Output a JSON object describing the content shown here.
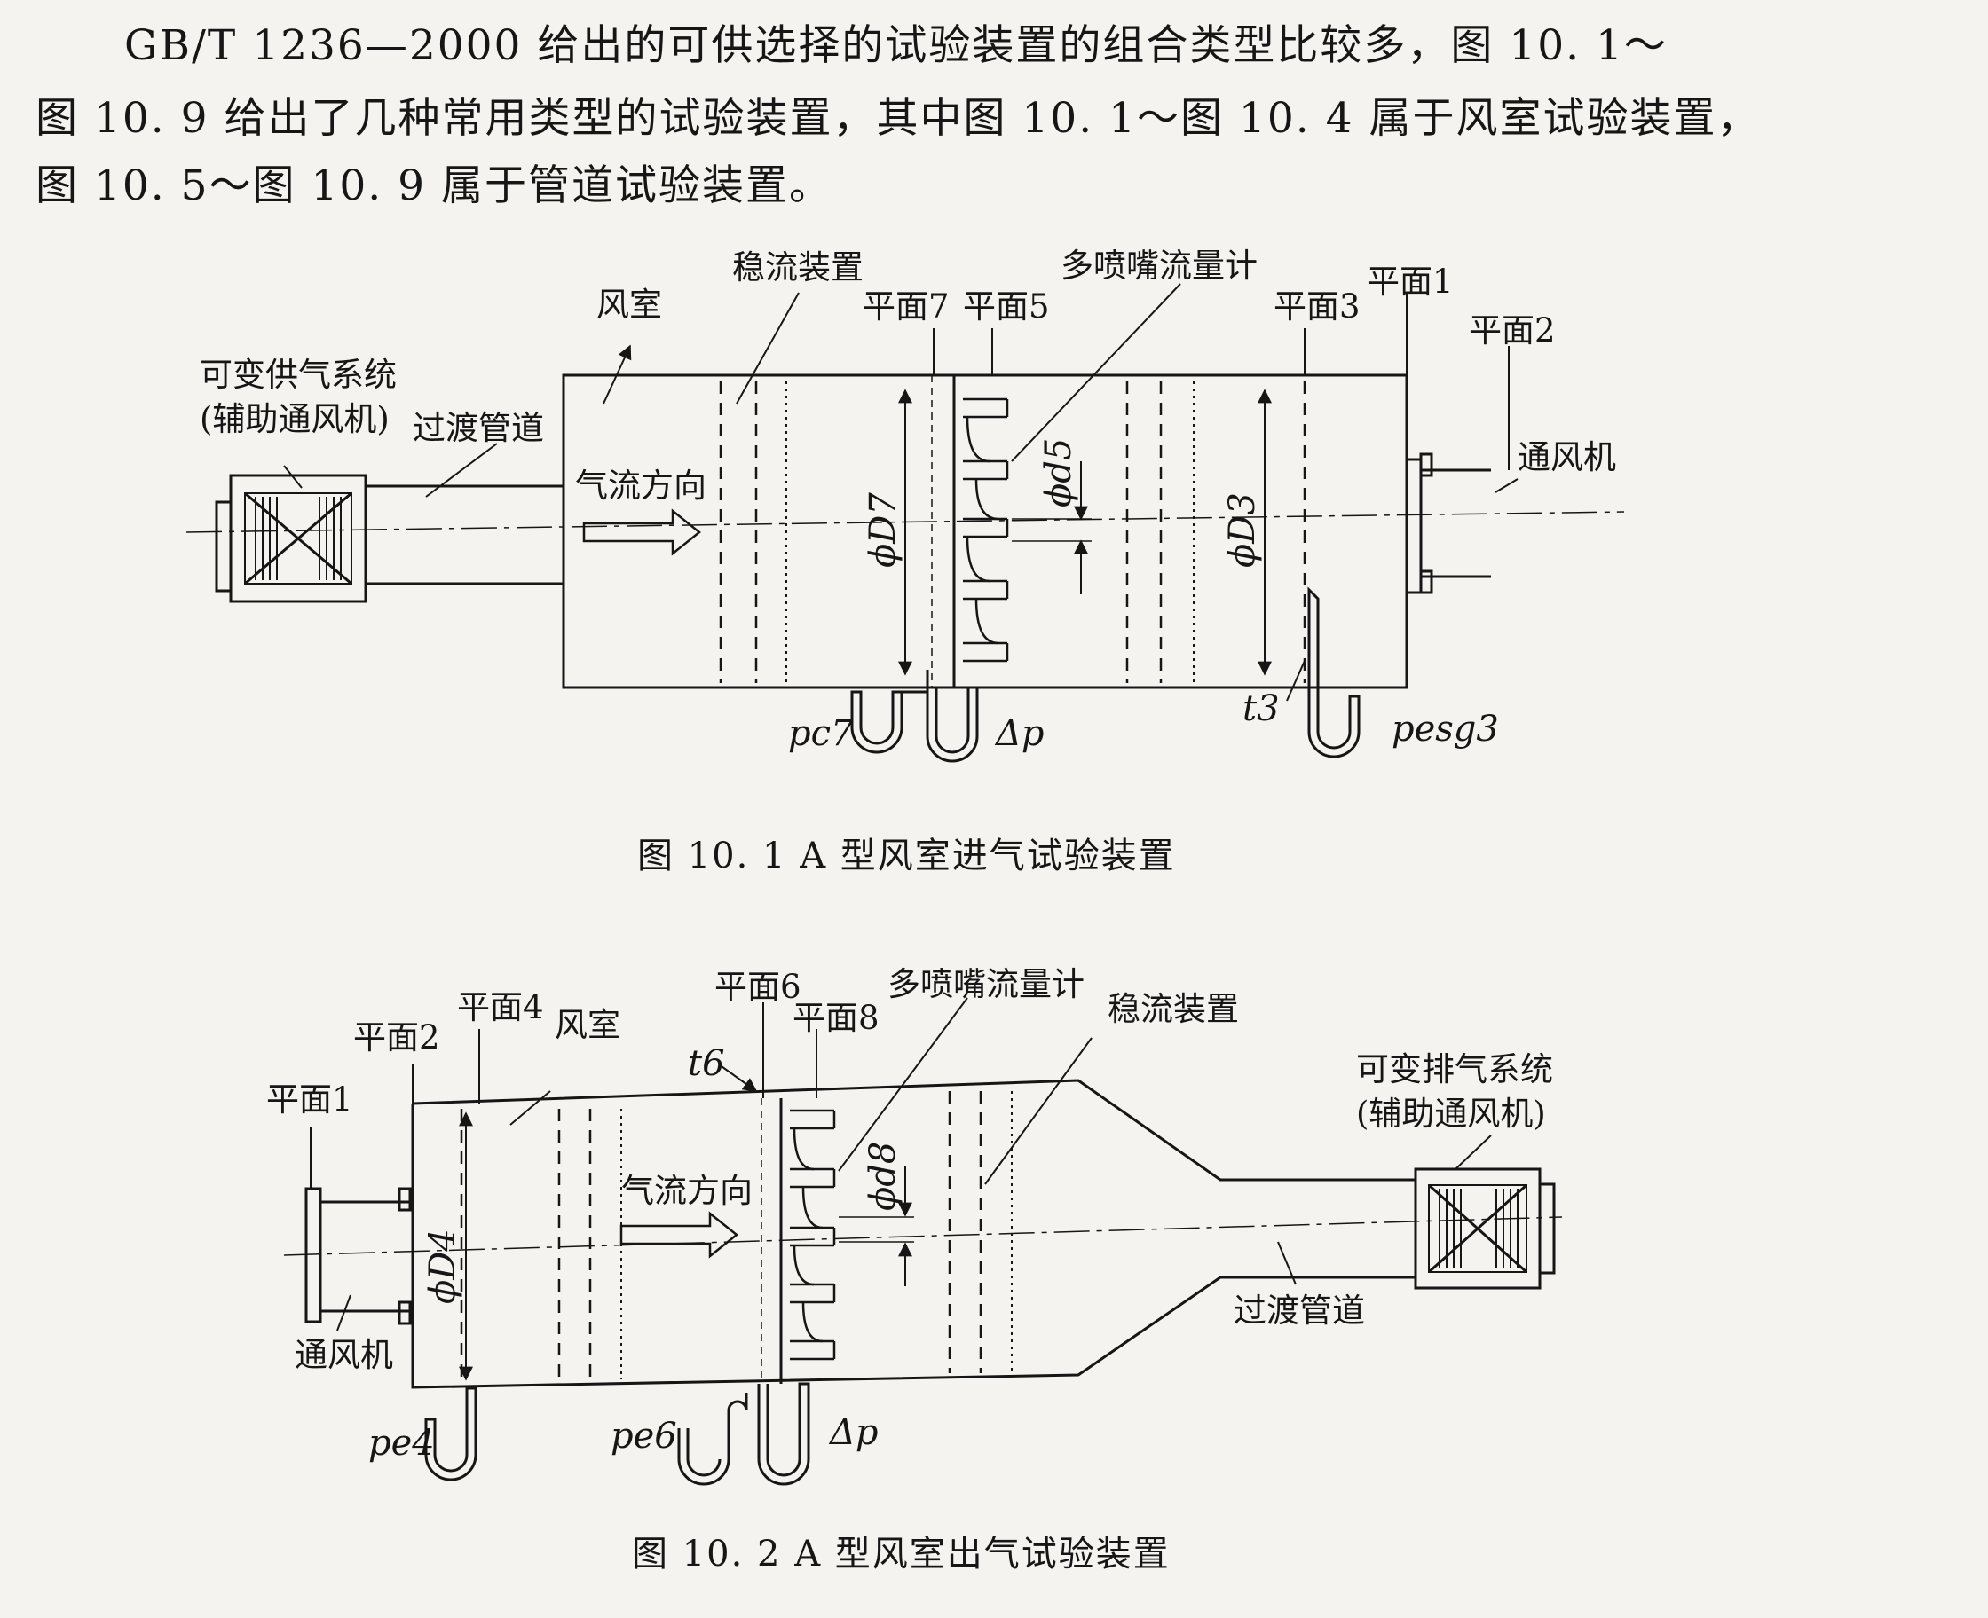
{
  "paragraph": {
    "line1": "GB/T 1236—2000 给出的可供选择的试验装置的组合类型比较多，图 10. 1～",
    "line2": "图 10. 9 给出了几种常用类型的试验装置，其中图 10. 1～图 10. 4 属于风室试验装置，",
    "line3": "图 10. 5～图 10. 9 属于管道试验装置。"
  },
  "fig1": {
    "caption": "图 10. 1    A 型风室进气试验装置",
    "labels": {
      "supply_system_1": "可变供气系统",
      "supply_system_2": "(辅助通风机)",
      "transition_duct": "过渡管道",
      "chamber": "风室",
      "flow_settler": "稳流装置",
      "plane7": "平面7",
      "plane5": "平面5",
      "nozzle_meter": "多喷嘴流量计",
      "plane3": "平面3",
      "plane1": "平面1",
      "plane2": "平面2",
      "fan": "通风机",
      "flow_direction": "气流方向"
    },
    "symbols": {
      "D7": "ϕD7",
      "d5": "ϕd5",
      "D3": "ϕD3",
      "pc7": "pc7",
      "dp": "Δp",
      "t3": "t3",
      "pesg3": "pesg3"
    }
  },
  "fig2": {
    "caption": "图 10. 2    A 型风室出气试验装置",
    "labels": {
      "plane1": "平面1",
      "plane2": "平面2",
      "plane4": "平面4",
      "chamber": "风室",
      "plane6": "平面6",
      "plane8": "平面8",
      "nozzle_meter": "多喷嘴流量计",
      "flow_settler": "稳流装置",
      "exhaust_system_1": "可变排气系统",
      "exhaust_system_2": "(辅助通风机)",
      "fan": "通风机",
      "transition_duct": "过渡管道",
      "flow_direction": "气流方向"
    },
    "symbols": {
      "t6": "t6",
      "d8": "ϕd8",
      "D4": "ϕD4",
      "pe4": "pe4",
      "pe6": "pe6",
      "dp": "Δp"
    }
  }
}
